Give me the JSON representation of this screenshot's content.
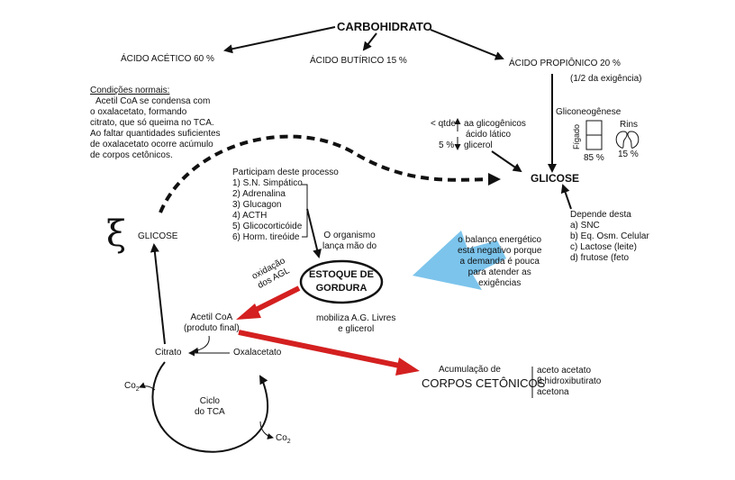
{
  "title": "CARBOHIDRATO",
  "acids": {
    "acetic": "ÁCIDO ACÉTICO  60 %",
    "butyric": "ÁCIDO BUTÍRICO  15 %",
    "propionic": "ÁCIDO PROPIÔNICO  20 %",
    "propionic_note": "(1/2 da exigência)"
  },
  "normal_conditions": {
    "heading": "Condições normais:",
    "lines": [
      "Acetil CoA se condensa com",
      "o oxalacetato, formando",
      "citrato, que só queima no TCA.",
      "Ao faltar quantidades suficientes",
      "de oxalacetato ocorre acúmulo",
      "de corpos cetônicos."
    ]
  },
  "gluconeogenesis": {
    "label": "Gliconeogênese",
    "liver": "Fígado",
    "liver_pct": "85 %",
    "kidneys": "Rins",
    "kidneys_pct": "15 %"
  },
  "precursors": {
    "qtde": "< qtde",
    "pct": "5 %",
    "items": [
      "aa glicogênicos",
      "ácido lático",
      "glicerol"
    ]
  },
  "glucose_main": "GLICOSE",
  "glucose_left": "GLICOSE",
  "xi_symbol": "ξ",
  "processes": {
    "heading": "Participam deste processo",
    "items": [
      "1) S.N. Simpático",
      "2) Adrenalina",
      "3) Glucagon",
      "4) ACTH",
      "5) Glicocorticóide",
      "6) Horm. tireóide"
    ]
  },
  "organism": [
    "O organismo",
    "lança mão do"
  ],
  "fat_store": [
    "ESTOQUE DE",
    "GORDURA"
  ],
  "mobilize": [
    "mobiliza A.G. Livres",
    "e glicerol"
  ],
  "oxidation": [
    "oxidação",
    "dos AGL"
  ],
  "energy_balance": [
    "o balanço energético",
    "está negativo porque",
    "a demanda é pouca",
    "para atender as",
    "exigências"
  ],
  "depends": {
    "heading": "Depende desta",
    "items": [
      "a) SNC",
      "b) Eq. Osm. Celular",
      "c) Lactose (leite)",
      "d) frutose (feto"
    ]
  },
  "acetyl": [
    "Acetil CoA",
    "(produto final)"
  ],
  "citrate": "Citrato",
  "oxaloacetate": "Oxalacetato",
  "tca": [
    "Ciclo",
    "do TCA"
  ],
  "co2_left": "Co",
  "co2_right": "Co",
  "co2_sub": "2",
  "ketone": {
    "heading": "Acumulação de",
    "title": "CORPOS CETÔNICOS",
    "items": [
      "aceto acetato",
      "β hidroxibutirato",
      "acetona"
    ]
  },
  "colors": {
    "red": "#d42020",
    "blue": "#7cc4ec",
    "ink": "#111111"
  }
}
